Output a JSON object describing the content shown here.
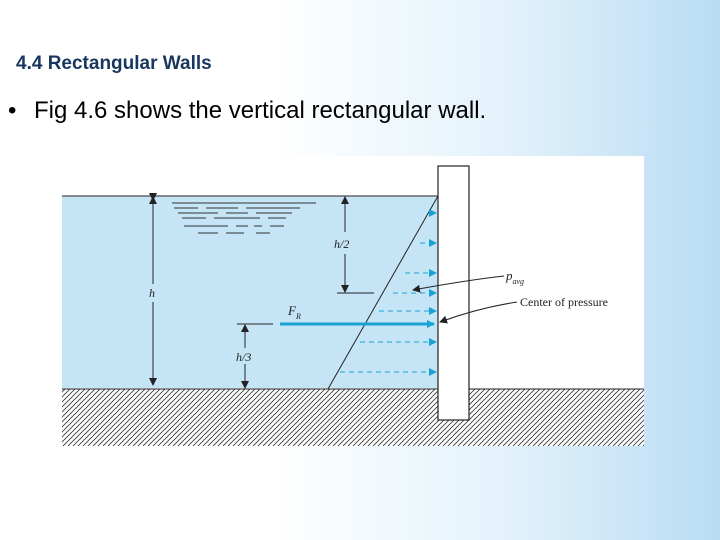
{
  "slide": {
    "title": "4.4 Rectangular Walls",
    "bullet_marker": "•",
    "bullet_text": "Fig 4.6 shows the vertical rectangular wall."
  },
  "figure": {
    "label_h": "h",
    "label_h2": "h/2",
    "label_h3": "h/3",
    "label_force_main": "F",
    "label_force_sub": "R",
    "label_pavg_main": "p",
    "label_pavg_sub": "avg",
    "label_center": "Center of pressure"
  },
  "colors": {
    "water": "#c5e5f7",
    "arrow": "#1aa2d6",
    "wall": "#ffffff",
    "ink": "#222222",
    "title": "#17375e"
  }
}
